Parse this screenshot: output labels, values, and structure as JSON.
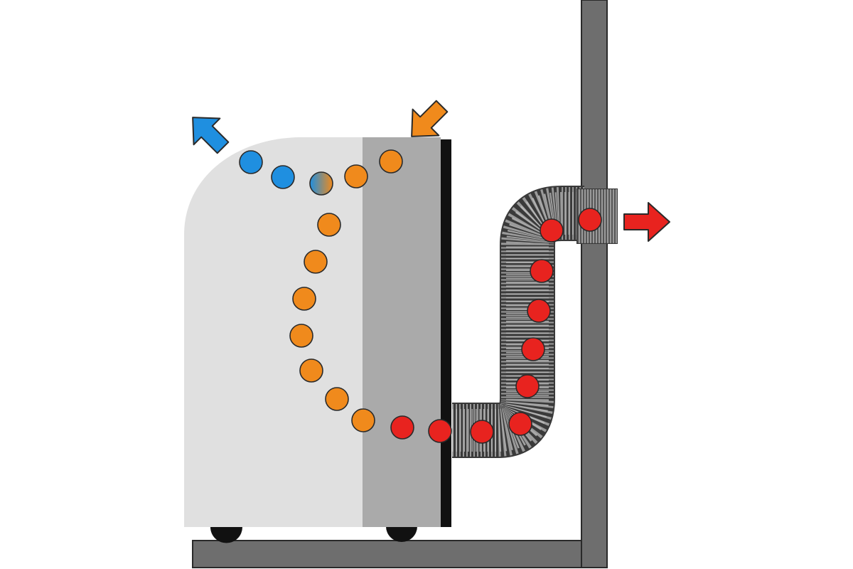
{
  "diagram": {
    "labels": [],
    "colors": {
      "background": "#ffffff",
      "wall_and_floor": "#6e6e6e",
      "outline": "#2a2a2a",
      "unit_body": "#e0e0e0",
      "unit_side_panel": "#aaaaaa",
      "unit_back_plate": "#111111",
      "wheel": "#111111",
      "hose": "#7a7a7a",
      "cool_air": "#1f8fe0",
      "room_air": "#f08a1c",
      "hot_air": "#e8231f"
    },
    "parts": [
      "floor",
      "wall",
      "portable-air-conditioner-unit",
      "unit-side-panel",
      "unit-back-plate",
      "front-wheel",
      "rear-wheel",
      "exhaust-hose",
      "wall-vent"
    ],
    "air_flows": [
      {
        "name": "room-air-intake",
        "color_key": "room_air",
        "arrow": "arrow-down-left-icon"
      },
      {
        "name": "cool-air-output",
        "color_key": "cool_air",
        "arrow": "arrow-up-left-icon"
      },
      {
        "name": "hot-air-exhaust",
        "color_key": "hot_air",
        "arrow": "arrow-right-icon"
      }
    ]
  }
}
